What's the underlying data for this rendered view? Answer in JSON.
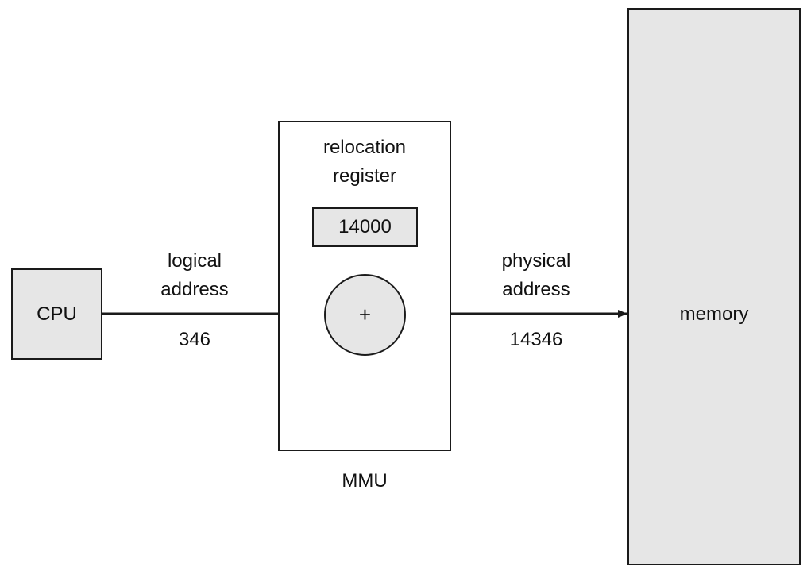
{
  "cpu": {
    "label": "CPU"
  },
  "mmu": {
    "label": "MMU",
    "register": {
      "title_line1": "relocation",
      "title_line2": "register",
      "value": "14000"
    },
    "adder_symbol": "+"
  },
  "logical_address": {
    "label_line1": "logical",
    "label_line2": "address",
    "value": "346"
  },
  "physical_address": {
    "label_line1": "physical",
    "label_line2": "address",
    "value": "14346"
  },
  "memory": {
    "label": "memory"
  },
  "colors": {
    "box_fill": "#e6e6e6",
    "stroke": "#1a1a1a"
  }
}
